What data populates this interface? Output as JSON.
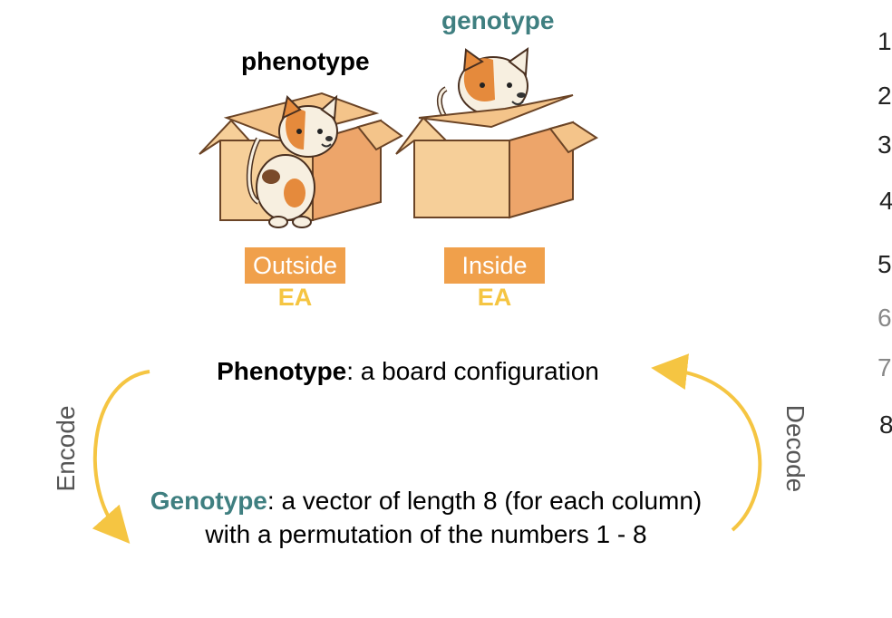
{
  "labels": {
    "phenotype": "phenotype",
    "genotype": "genotype",
    "outside": "Outside",
    "inside": "Inside",
    "ea_left": "EA",
    "ea_right": "EA"
  },
  "phenotype_line": {
    "term": "Phenotype",
    "rest": ": a board configuration"
  },
  "genotype_line": {
    "term": "Genotype",
    "rest": ": a vector of length 8 (for each column) with a permutation of the numbers 1 - 8"
  },
  "arrows": {
    "encode": "Encode",
    "decode": "Decode",
    "color": "#f5c542"
  },
  "right_numbers": [
    "1",
    "2",
    "3",
    "4",
    "5",
    "6",
    "7",
    "8"
  ],
  "colors": {
    "box_front": "#f6cf99",
    "box_side": "#eda56a",
    "label_bg": "#f0a04b",
    "ea": "#f5c542",
    "teal": "#3f7f80"
  }
}
